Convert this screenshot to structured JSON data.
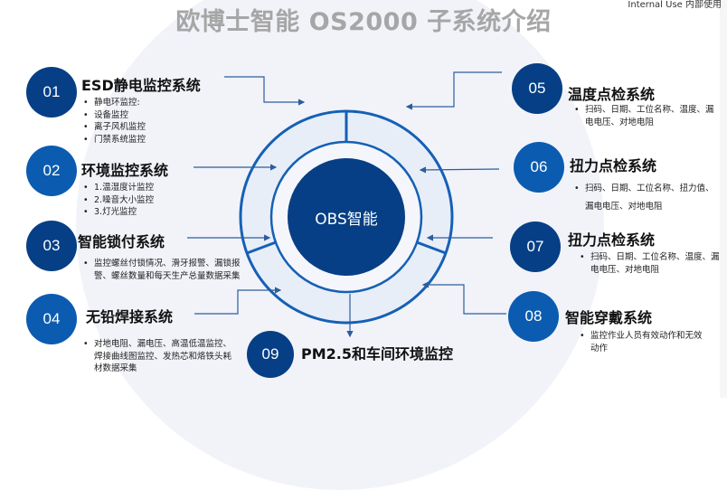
{
  "header": {
    "title": "欧博士智能 OS2000 子系统介绍",
    "tag": "Internal Use 内部使用"
  },
  "center": {
    "label": "OBS智能"
  },
  "colors": {
    "dark": "#063f85",
    "mid": "#0b5cb0",
    "ring": "#1560b5",
    "title": "#a6a6a6"
  },
  "systems": [
    {
      "num": "01",
      "title": "ESD静电监控系统",
      "bullets": [
        "静电环监控:",
        "设备监控",
        "离子风机监控",
        "门禁系统监控"
      ]
    },
    {
      "num": "02",
      "title": "环境监控系统",
      "bullets": [
        "1.温湿度计监控",
        "2.噪音大小监控",
        "3.灯光监控"
      ]
    },
    {
      "num": "03",
      "title": "智能锁付系统",
      "bullets": [
        "监控螺丝付锁情况、滑牙报警、漏锁报警、螺丝数量和每天生产总量数据采集"
      ]
    },
    {
      "num": "04",
      "title": "无铅焊接系统",
      "bullets": [
        "对地电阻、漏电压、高温低温监控、焊接曲线图监控、发热芯和烙铁头耗材数据采集"
      ]
    },
    {
      "num": "05",
      "title": "温度点检系统",
      "bullets": [
        "扫码、日期、工位名称、温度、漏电电压、对地电阻"
      ]
    },
    {
      "num": "06",
      "title": "扭力点检系统",
      "bullets": [
        "扫码、日期、工位名称、扭力值、",
        "漏电电压、对地电阻"
      ]
    },
    {
      "num": "07",
      "title": "扭力点检系统",
      "bullets": [
        "扫码、日期、工位名称、温度、漏电电压、对地电阻"
      ]
    },
    {
      "num": "08",
      "title": "智能穿戴系统",
      "bullets": [
        "监控作业人员有效动作和无效动作"
      ]
    },
    {
      "num": "09",
      "title": "PM2.5和车间环境监控",
      "bullets": []
    }
  ]
}
